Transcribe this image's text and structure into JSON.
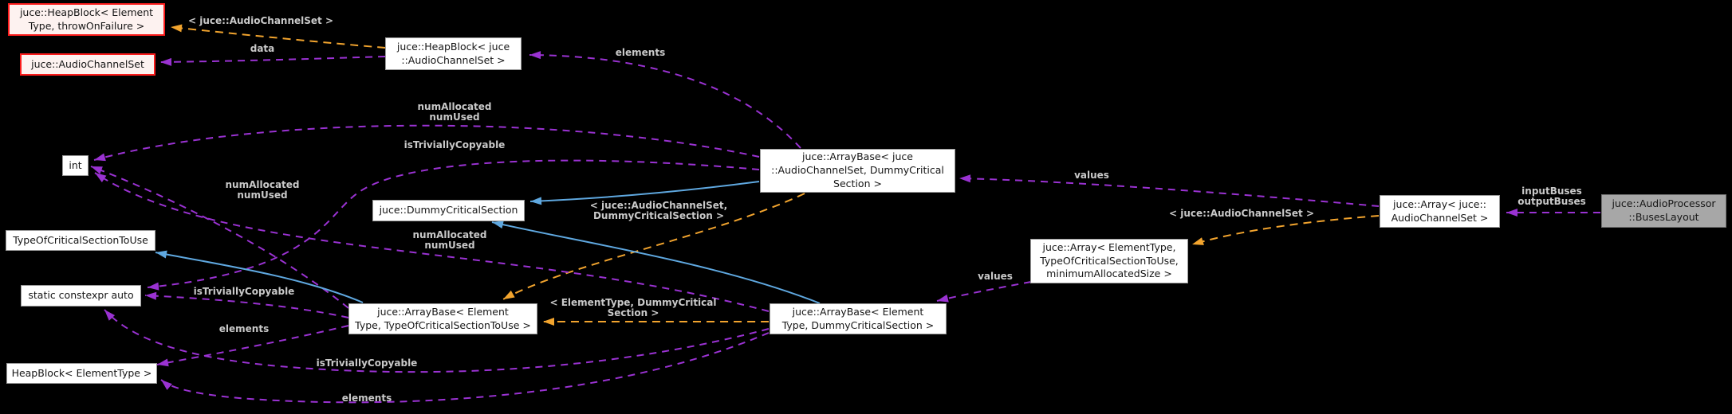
{
  "graph": {
    "colors": {
      "background": "#000000",
      "member_edge": "#9a32d2",
      "template_edge": "#f2a42e",
      "inheritance_edge": "#5fa8e0",
      "node_background": "#ffffff",
      "node_border": "#9a9a9a",
      "truncated_node_border": "#fb1c1c",
      "focus_node_background": "#a7a7a7",
      "edge_label_text": "#c9c9c9"
    },
    "nodes": {
      "heapblock_template": {
        "label": "juce::HeapBlock< Element\nType, throwOnFailure >"
      },
      "audio_channel_set": {
        "label": "juce::AudioChannelSet"
      },
      "heapblock_acs": {
        "label": "juce::HeapBlock< juce\n::AudioChannelSet >"
      },
      "int": {
        "label": "int"
      },
      "dummy_critical_section": {
        "label": "juce::DummyCriticalSection"
      },
      "type_of_critical_section_to_use": {
        "label": "TypeOfCriticalSectionToUse"
      },
      "static_constexpr_auto": {
        "label": "static constexpr auto"
      },
      "heapblock_elementtype": {
        "label": "HeapBlock< ElementType >"
      },
      "arraybase_generic": {
        "label": "juce::ArrayBase< Element\nType, TypeOfCriticalSectionToUse >"
      },
      "arraybase_acs": {
        "label": "juce::ArrayBase< juce\n::AudioChannelSet, DummyCritical\nSection >"
      },
      "arraybase_elementtype": {
        "label": "juce::ArrayBase< Element\nType, DummyCriticalSection >"
      },
      "array_generic": {
        "label": "juce::Array< ElementType,\nTypeOfCriticalSectionToUse,\nminimumAllocatedSize >"
      },
      "array_acs": {
        "label": "juce::Array< juce::\nAudioChannelSet >"
      },
      "buses_layout": {
        "label": "juce::AudioProcessor\n::BusesLayout"
      }
    },
    "edge_labels": {
      "heapblock_template_args": "< juce::AudioChannelSet >",
      "heapblock_data": "data",
      "arraybase_acs_elements": "elements",
      "arraybase_acs_num": "numAllocated\nnumUsed",
      "arraybase_acs_istc": "isTriviallyCopyable",
      "arraybase_acs_template_args": "< juce::AudioChannelSet,\nDummyCriticalSection >",
      "arraybase_gen_num": "numAllocated\nnumUsed",
      "arraybase_gen_istc": "isTriviallyCopyable",
      "arraybase_gen_elements": "elements",
      "arraybase_et_num": "numAllocated\nnumUsed",
      "arraybase_et_istc": "isTriviallyCopyable",
      "arraybase_et_elements": "elements",
      "arraybase_et_template_args": "< ElementType, DummyCritical\nSection >",
      "array_acs_values": "values",
      "array_acs_template_args": "< juce::AudioChannelSet >",
      "array_gen_values": "values",
      "buses": "inputBuses\noutputBuses"
    },
    "edges": [
      {
        "from": "heapblock_acs",
        "to": "heapblock_template",
        "kind": "template",
        "label_key": "heapblock_template_args"
      },
      {
        "from": "heapblock_acs",
        "to": "audio_channel_set",
        "kind": "member",
        "label_key": "heapblock_data"
      },
      {
        "from": "arraybase_acs",
        "to": "heapblock_acs",
        "kind": "member",
        "label_key": "arraybase_acs_elements"
      },
      {
        "from": "arraybase_acs",
        "to": "int",
        "kind": "member",
        "label_key": "arraybase_acs_num"
      },
      {
        "from": "arraybase_acs",
        "to": "static_constexpr_auto",
        "kind": "member",
        "label_key": "arraybase_acs_istc"
      },
      {
        "from": "arraybase_acs",
        "to": "dummy_critical_section",
        "kind": "inheritance",
        "label_key": null
      },
      {
        "from": "arraybase_acs",
        "to": "arraybase_generic",
        "kind": "template",
        "label_key": "arraybase_acs_template_args"
      },
      {
        "from": "arraybase_generic",
        "to": "int",
        "kind": "member",
        "label_key": "arraybase_gen_num"
      },
      {
        "from": "arraybase_generic",
        "to": "static_constexpr_auto",
        "kind": "member",
        "label_key": "arraybase_gen_istc"
      },
      {
        "from": "arraybase_generic",
        "to": "heapblock_elementtype",
        "kind": "member",
        "label_key": "arraybase_gen_elements"
      },
      {
        "from": "arraybase_generic",
        "to": "type_of_critical_section_to_use",
        "kind": "inheritance",
        "label_key": null
      },
      {
        "from": "arraybase_elementtype",
        "to": "int",
        "kind": "member",
        "label_key": "arraybase_et_num"
      },
      {
        "from": "arraybase_elementtype",
        "to": "static_constexpr_auto",
        "kind": "member",
        "label_key": "arraybase_et_istc"
      },
      {
        "from": "arraybase_elementtype",
        "to": "heapblock_elementtype",
        "kind": "member",
        "label_key": "arraybase_et_elements"
      },
      {
        "from": "arraybase_elementtype",
        "to": "dummy_critical_section",
        "kind": "inheritance",
        "label_key": null
      },
      {
        "from": "arraybase_elementtype",
        "to": "arraybase_generic",
        "kind": "template",
        "label_key": "arraybase_et_template_args"
      },
      {
        "from": "array_acs",
        "to": "arraybase_acs",
        "kind": "member",
        "label_key": "array_acs_values"
      },
      {
        "from": "array_acs",
        "to": "array_generic",
        "kind": "template",
        "label_key": "array_acs_template_args"
      },
      {
        "from": "array_generic",
        "to": "arraybase_elementtype",
        "kind": "member",
        "label_key": "array_gen_values"
      },
      {
        "from": "buses_layout",
        "to": "array_acs",
        "kind": "member",
        "label_key": "buses"
      }
    ]
  }
}
